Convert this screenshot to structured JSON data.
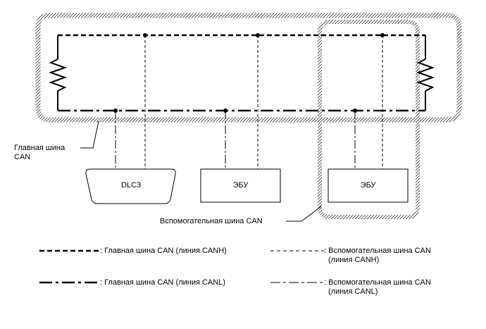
{
  "diagram": {
    "main_bus_label_line1": "Главная шина",
    "main_bus_label_line2": "CAN",
    "sub_bus_label": "Вспомогательная шина CAN",
    "nodes": [
      {
        "id": "dlc3",
        "label": "DLC3"
      },
      {
        "id": "ecu1",
        "label": "ЭБУ"
      },
      {
        "id": "ecu2",
        "label": "ЭБУ"
      }
    ]
  },
  "legend": {
    "main_canh": ": Главная шина CAN (линия CANH)",
    "main_canl": ": Главная шина CAN (линия CANL)",
    "sub_canh_line1": ": Вспомогательная шина CAN",
    "sub_canh_line2": "(линия CANH)",
    "sub_canl_line1": ": Вспомогательная шина CAN",
    "sub_canl_line2": "(линия CANL)"
  }
}
